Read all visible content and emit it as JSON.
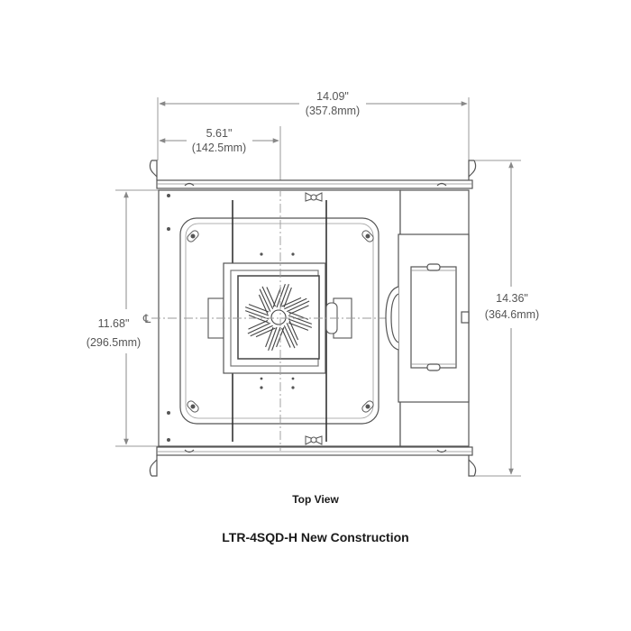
{
  "dimensions": {
    "overall_width": {
      "imperial": "14.09\"",
      "metric": "(357.8mm)"
    },
    "center_offset": {
      "imperial": "5.61\"",
      "metric": "(142.5mm)"
    },
    "frame_height": {
      "imperial": "11.68\"",
      "metric": "(296.5mm)"
    },
    "overall_height": {
      "imperial": "14.36\"",
      "metric": "(364.6mm)"
    }
  },
  "centerline_symbol": "℄",
  "view_label": "Top View",
  "model_title": "LTR-4SQD-H New Construction",
  "colors": {
    "line": "#555555",
    "dim_line": "#888888",
    "text": "#1a1a1a"
  }
}
